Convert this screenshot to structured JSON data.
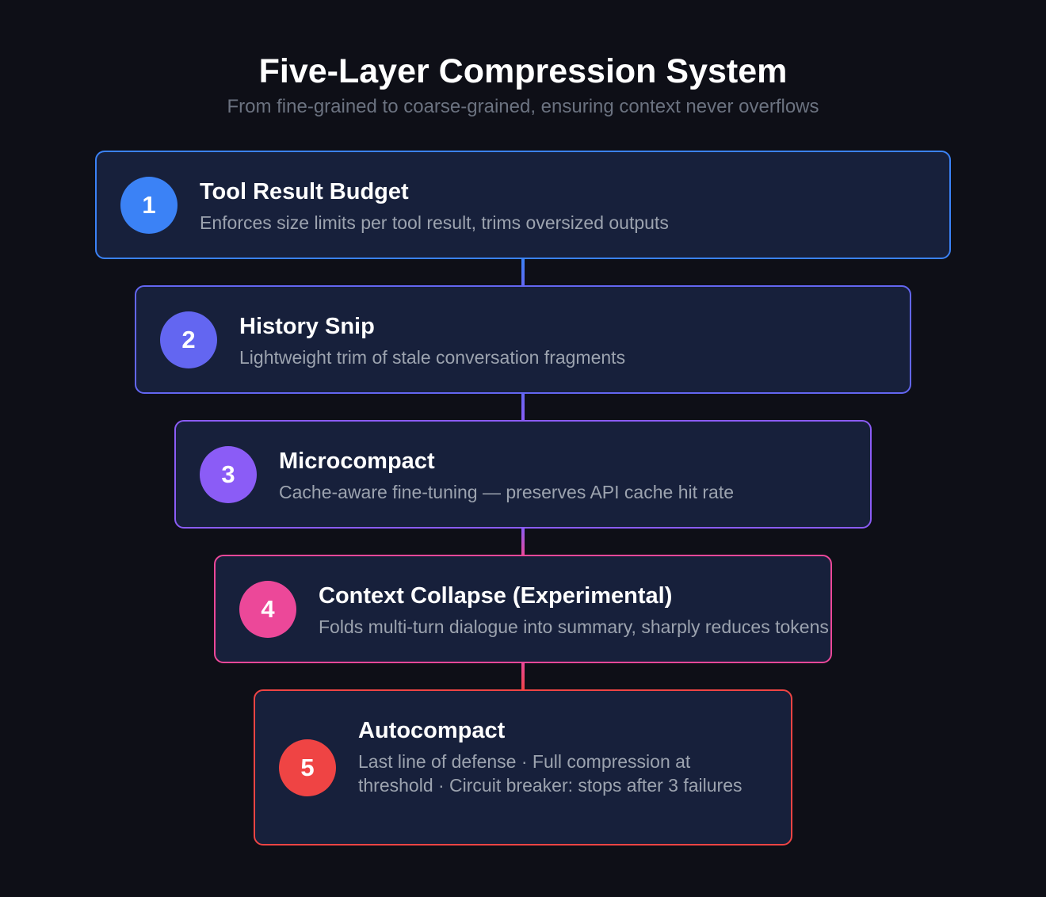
{
  "header": {
    "title": "Five-Layer Compression System",
    "subtitle": "From fine-grained to coarse-grained, ensuring context never overflows"
  },
  "layers": [
    {
      "number": "1",
      "title": "Tool Result Budget",
      "description": "Enforces size limits per tool result, trims oversized outputs",
      "color": "#3b82f6"
    },
    {
      "number": "2",
      "title": "History Snip",
      "description": "Lightweight trim of stale conversation fragments",
      "color": "#6366f1"
    },
    {
      "number": "3",
      "title": "Microcompact",
      "description": "Cache-aware fine-tuning — preserves API cache hit rate",
      "color": "#8b5cf6"
    },
    {
      "number": "4",
      "title": "Context Collapse (Experimental)",
      "description": "Folds multi-turn dialogue into summary, sharply reduces tokens",
      "color": "#ec4899"
    },
    {
      "number": "5",
      "title": "Autocompact",
      "description": "Last line of defense · Full compression at threshold · Circuit breaker: stops after 3 failures",
      "color": "#ef4444"
    }
  ],
  "colors": {
    "background": "#0e0f17",
    "card_fill": "#17203b",
    "title_text": "#ffffff",
    "subtitle_text": "#6b7280",
    "description_text": "#9ca3af"
  }
}
